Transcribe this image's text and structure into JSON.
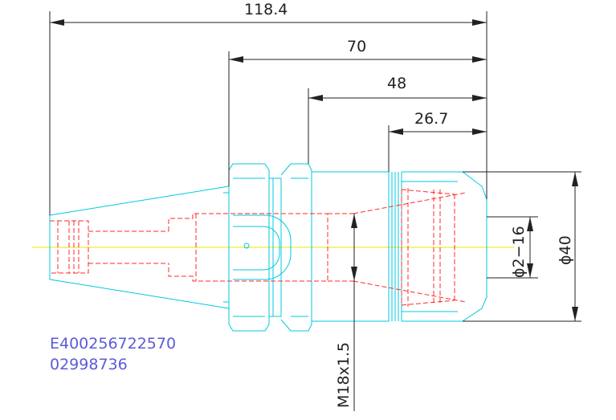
{
  "dimensions": {
    "overall_length": "118.4",
    "length_70": "70",
    "length_48": "48",
    "length_26_7": "26.7",
    "outer_diameter": "ϕ40",
    "clamp_range": "ϕ2−16",
    "thread": "M18x1.5"
  },
  "labels": {
    "part_number": "E400256722570",
    "code": "02998736"
  },
  "colors": {
    "dimension": "#222222",
    "outline": "#00c8e0",
    "hidden": "#ff2a2a",
    "centerline": "#e8e800",
    "code_text": "#5b5bd9"
  }
}
